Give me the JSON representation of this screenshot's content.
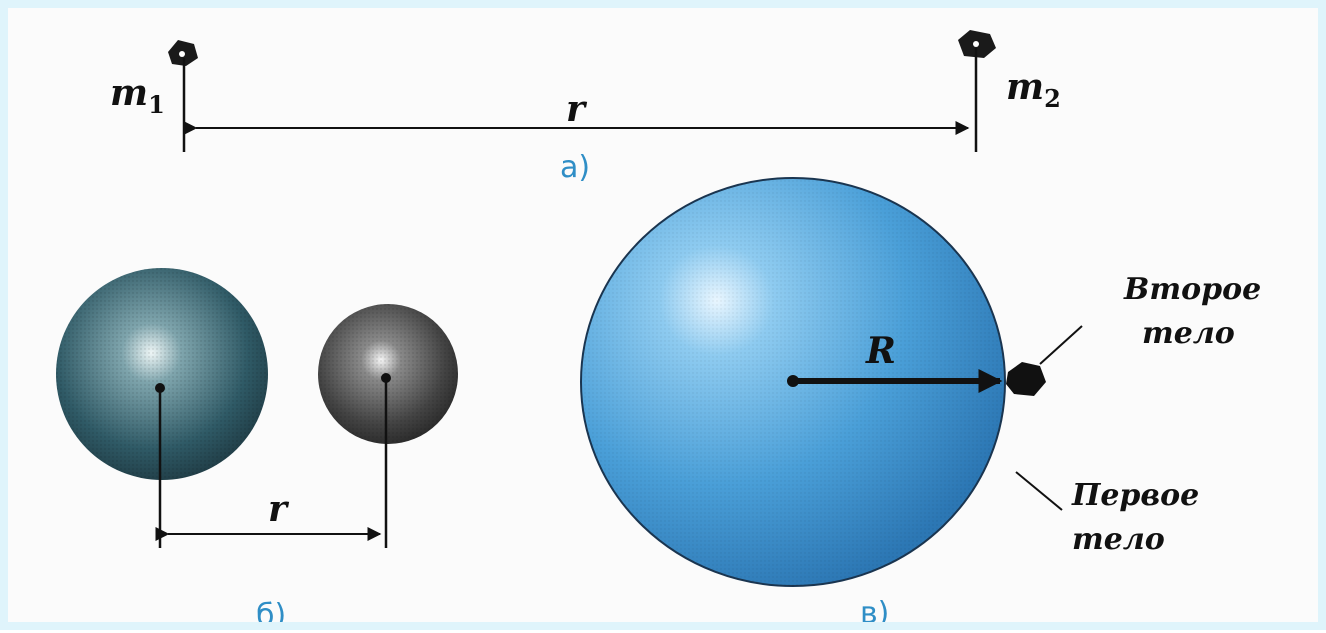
{
  "panel_a": {
    "tag": "а)",
    "mass1": {
      "symbol": "m",
      "index": "1"
    },
    "mass2": {
      "symbol": "m",
      "index": "2"
    },
    "distance": "r"
  },
  "panel_b": {
    "tag": "б)",
    "distance": "r"
  },
  "panel_c": {
    "tag": "в)",
    "radius": "R",
    "second_body": [
      "Второе",
      "тело"
    ],
    "first_body": [
      "Первое",
      "тело"
    ]
  },
  "colors": {
    "planet_blue": "#4a9fd8",
    "sphere_dark": "#2f5a66",
    "sphere_grey": "#4a4a4a",
    "label_blue": "#2f8ec6",
    "frame": "#dff4fb"
  }
}
